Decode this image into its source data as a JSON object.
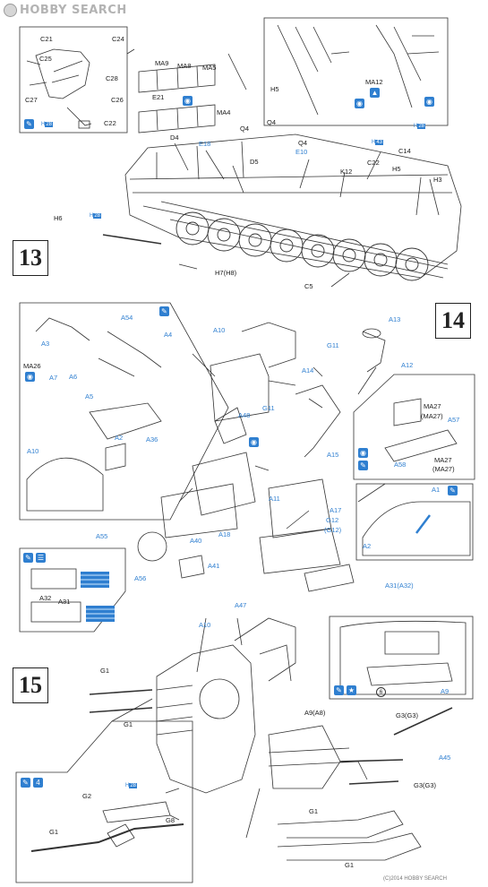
{
  "watermark_top": "HOBBY SEARCH",
  "watermark_bottom": "(C)2014 HOBBY SEARCH",
  "steps": [
    "13",
    "14",
    "15"
  ],
  "step13": {
    "inset_parts": [
      "C21",
      "C24",
      "C25",
      "C28",
      "C27",
      "C26",
      "C22"
    ],
    "inset_ref": "H",
    "inset_ref_n": "28",
    "plates": [
      "MA9",
      "MA8",
      "MA5",
      "E21",
      "MA4"
    ],
    "labels": [
      "D4",
      "E18",
      "D5",
      "E10",
      "Q4",
      "Q4",
      "Q4",
      "K12",
      "C22",
      "C14",
      "H5",
      "H3",
      "H6",
      "H7(H8)",
      "C5"
    ],
    "ref_h6": "28",
    "ref_c14": "43",
    "ref_h5": "28",
    "top_inset_labels": [
      "H5",
      "MA12"
    ]
  },
  "step14": {
    "left_inset_labels": [
      "MA26",
      "A3",
      "A7",
      "A6",
      "A5",
      "A54",
      "A4",
      "A36",
      "A2",
      "A10"
    ],
    "main_labels": [
      "A10",
      "A13",
      "A12",
      "G11",
      "A14",
      "G11",
      "A48",
      "A15",
      "A11",
      "A17",
      "G12",
      "(G12)",
      "A55",
      "A40",
      "A18",
      "A41",
      "A56",
      "A31(A32)"
    ],
    "right_inset_labels": [
      "MA27",
      "(MA27)",
      "A57",
      "A58",
      "MA27",
      "(MA27)"
    ],
    "hull_inset_labels": [
      "A1",
      "A2"
    ],
    "decal_inset_labels": [
      "A32",
      "A31"
    ]
  },
  "step15": {
    "main_labels": [
      "A47",
      "A10",
      "G1",
      "G1",
      "A9(A8)",
      "G3(G3)",
      "A45",
      "G3(G3)",
      "G1",
      "G1"
    ],
    "inset_labels": [
      "A9",
      "6"
    ],
    "barrel_inset_labels": [
      "G2",
      "G8",
      "G1"
    ],
    "ref_g2": "28",
    "icon_count": "4"
  }
}
